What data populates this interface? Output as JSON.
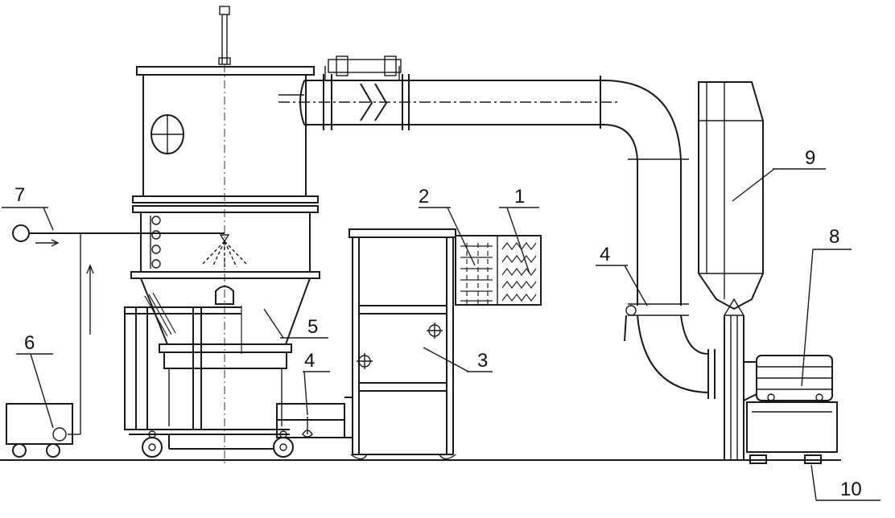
{
  "labels": [
    {
      "id": "1",
      "text": "1"
    },
    {
      "id": "2",
      "text": "2"
    },
    {
      "id": "3",
      "text": "3"
    },
    {
      "id": "4a",
      "text": "4"
    },
    {
      "id": "4b",
      "text": "4"
    },
    {
      "id": "5",
      "text": "5"
    },
    {
      "id": "6",
      "text": "6"
    },
    {
      "id": "7",
      "text": "7"
    },
    {
      "id": "8",
      "text": "8"
    },
    {
      "id": "9",
      "text": "9"
    },
    {
      "id": "10",
      "text": "10"
    }
  ],
  "colors": {
    "ink": "#1a1a1a",
    "paper": "#ffffff"
  }
}
